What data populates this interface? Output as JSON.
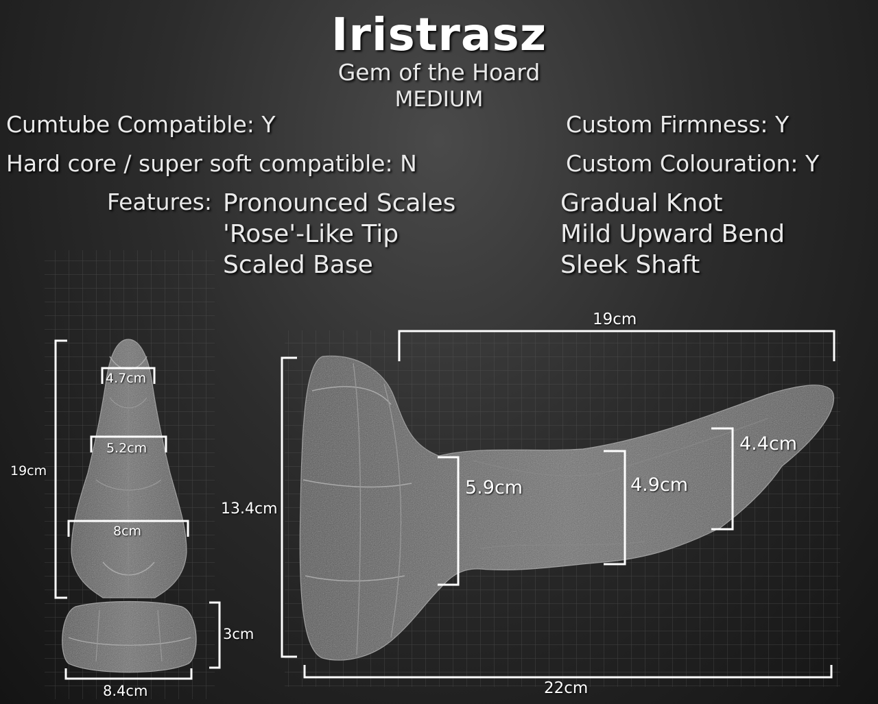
{
  "header": {
    "title": "Iristrasz",
    "subtitle": "Gem of the Hoard",
    "size": "MEDIUM"
  },
  "properties": {
    "cumtube": "Cumtube Compatible: Y",
    "hard_core": "Hard core / super soft compatible: N",
    "firmness": "Custom Firmness: Y",
    "colouration": "Custom Colouration: Y"
  },
  "features": {
    "label": "Features:",
    "left": [
      "Pronounced Scales",
      "'Rose'-Like Tip",
      "Scaled Base"
    ],
    "right": [
      "Gradual Knot",
      "Mild Upward Bend",
      "Sleek Shaft"
    ]
  },
  "front_view": {
    "height": "19cm",
    "tip_width": "4.7cm",
    "mid_width": "5.2cm",
    "knot_width": "8cm",
    "base_height": "3cm",
    "base_width": "8.4cm"
  },
  "side_view": {
    "insertable_length": "19cm",
    "total_length": "22cm",
    "height": "13.4cm",
    "diameter_1": "5.9cm",
    "diameter_2": "4.9cm",
    "diameter_3": "4.4cm"
  },
  "colors": {
    "background": "#2c2c2c",
    "text": "#f2f2f2",
    "grid": "#5a5a5a",
    "toy": "#6a6a6a"
  }
}
